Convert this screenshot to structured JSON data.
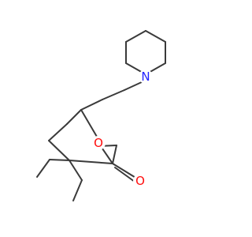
{
  "molecule": {
    "atoms": [
      {
        "id": "N1",
        "symbol": "N",
        "color": "#2323ff"
      },
      {
        "id": "O_ring",
        "symbol": "O",
        "color": "#ff0d0d"
      },
      {
        "id": "O_carbonyl",
        "symbol": "O",
        "color": "#ff0d0d"
      }
    ],
    "bond_color": "#3a3a3a",
    "background": "#ffffff"
  }
}
